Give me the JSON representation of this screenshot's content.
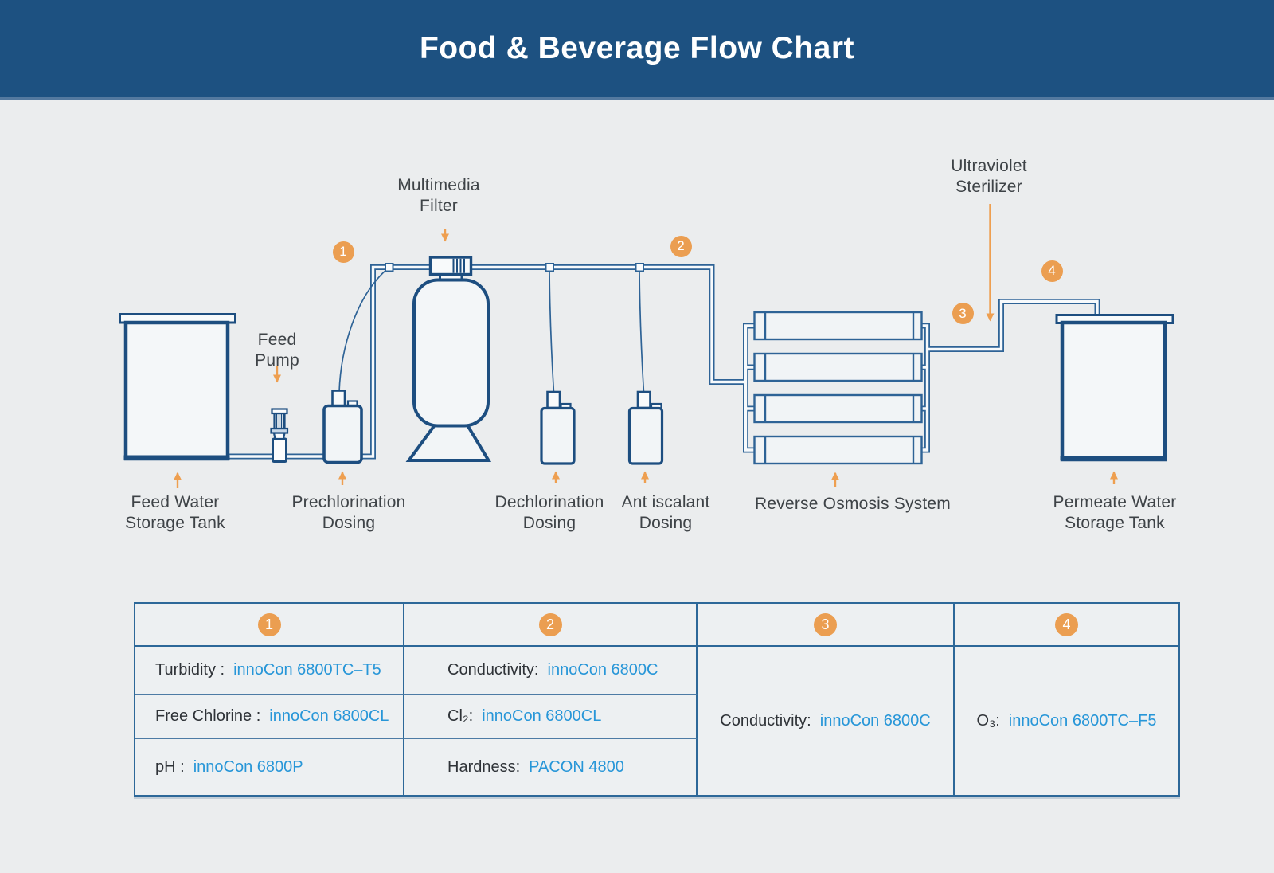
{
  "title": "Food & Beverage Flow Chart",
  "colors": {
    "header_bg": "#1d5181",
    "navy_outline": "#1d4e80",
    "pipe_blue": "#2e6396",
    "accent_orange": "#eb9e51",
    "label_text": "#3e4347",
    "value_blue": "#2796d8",
    "table_border": "#2d6899",
    "page_bg": "#ebedee"
  },
  "diagram": {
    "markers": [
      "1",
      "2",
      "3",
      "4"
    ],
    "labels": {
      "feed_tank": "Feed Water\nStorage Tank",
      "feed_pump": "Feed\nPump",
      "prechlorination": "Prechlorination\nDosing",
      "multimedia_filter": "Multimedia\nFilter",
      "dechlorination": "Dechlorination\nDosing",
      "antiscalant": "Ant iscalant\nDosing",
      "reverse_osmosis": "Reverse Osmosis System",
      "uv_sterilizer": "Ultraviolet\nSterilizer",
      "permeate_tank": "Permeate Water\nStorage Tank"
    }
  },
  "table": {
    "columns": [
      {
        "marker": "1",
        "rows": [
          {
            "label": "Turbidity :",
            "value": "innoCon 6800TC–T5"
          },
          {
            "label": "Free Chlorine :",
            "value": "innoCon 6800CL"
          },
          {
            "label": "pH :",
            "value": "innoCon 6800P"
          }
        ]
      },
      {
        "marker": "2",
        "rows": [
          {
            "label": "Conductivity:",
            "value": "innoCon 6800C"
          },
          {
            "label": "Cl₂:",
            "value": "innoCon 6800CL"
          },
          {
            "label": "Hardness:",
            "value": "PACON 4800"
          }
        ]
      },
      {
        "marker": "3",
        "rows": [
          {
            "label": "Conductivity:",
            "value": "innoCon 6800C"
          }
        ]
      },
      {
        "marker": "4",
        "rows": [
          {
            "label": "O₃:",
            "value": "innoCon 6800TC–F5"
          }
        ]
      }
    ]
  }
}
